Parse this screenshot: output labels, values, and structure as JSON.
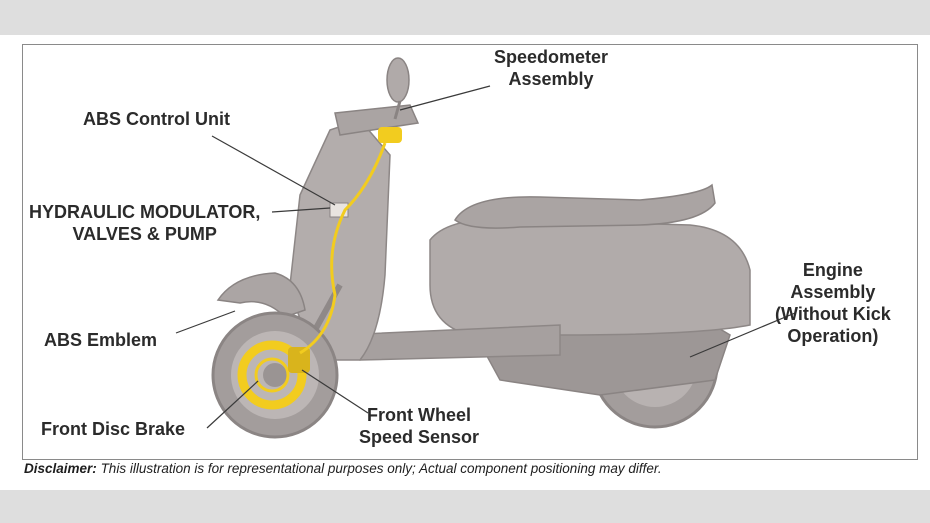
{
  "labels": {
    "speedometer": [
      "Speedometer",
      "Assembly"
    ],
    "abs_control_unit": "ABS Control Unit",
    "hydraulic_modulator": [
      "HYDRAULIC MODULATOR,",
      "VALVES & PUMP"
    ],
    "abs_emblem": "ABS Emblem",
    "front_disc_brake": "Front Disc Brake",
    "front_wheel_sensor": [
      "Front Wheel",
      "Speed Sensor"
    ],
    "engine_assembly": [
      "Engine",
      "Assembly",
      "(Without Kick",
      "Operation)"
    ]
  },
  "disclaimer": {
    "prefix": "Disclaimer:",
    "text": "This illustration is for representational purposes only; Actual component positioning may differ."
  },
  "colors": {
    "scooter_body": "#a9a3a2",
    "scooter_shadow": "#8d8786",
    "abs_highlight": "#f2cc1f",
    "leader_line": "#3a3a3a",
    "background": "#ffffff",
    "letterbox": "#dedede"
  }
}
